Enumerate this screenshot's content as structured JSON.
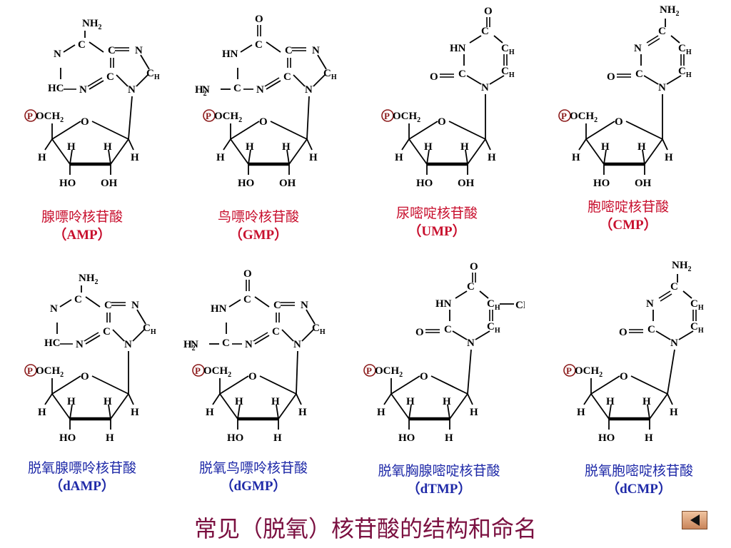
{
  "title": "常见（脱氧）核苷酸的结构和命名",
  "nucleotides": [
    {
      "name": "腺嘌呤核苷酸",
      "abbr": "（AMP）",
      "type": "ribo",
      "base": "adenine"
    },
    {
      "name": "鸟嘌呤核苷酸",
      "abbr": "（GMP）",
      "type": "ribo",
      "base": "guanine"
    },
    {
      "name": "尿嘧啶核苷酸",
      "abbr": "（UMP）",
      "type": "ribo",
      "base": "uracil"
    },
    {
      "name": "胞嘧啶核苷酸",
      "abbr": "（CMP）",
      "type": "ribo",
      "base": "cytosine"
    },
    {
      "name": "脱氧腺嘌呤核苷酸",
      "abbr": "（dAMP）",
      "type": "deoxy",
      "base": "adenine"
    },
    {
      "name": "脱氧鸟嘌呤核苷酸",
      "abbr": "（dGMP）",
      "type": "deoxy",
      "base": "guanine"
    },
    {
      "name": "脱氧胸腺嘧啶核苷酸",
      "abbr": "（dTMP）",
      "type": "deoxy",
      "base": "thymine"
    },
    {
      "name": "脱氧胞嘧啶核苷酸",
      "abbr": "（dCMP）",
      "type": "deoxy",
      "base": "cytosine"
    }
  ],
  "colors": {
    "ribo_caption": "#c8102e",
    "deoxy_caption": "#1f2aa8",
    "title": "#7b1040"
  },
  "icons": {
    "back": "back-arrow-icon"
  }
}
